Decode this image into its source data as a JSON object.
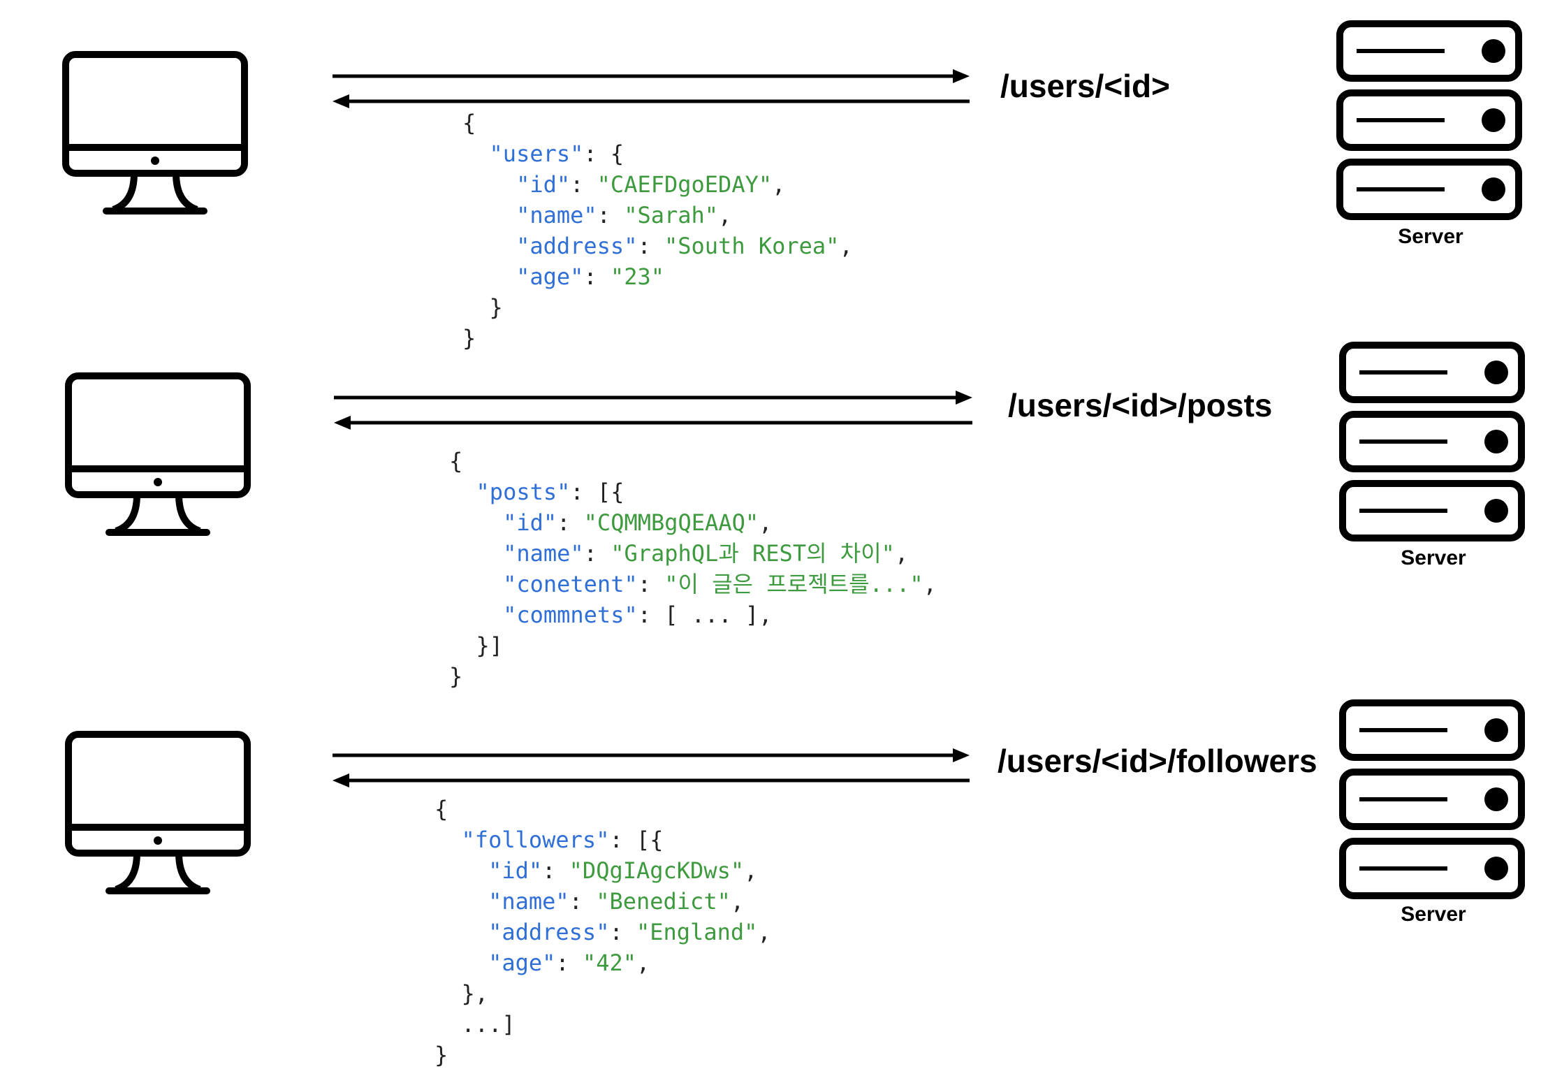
{
  "rows": [
    {
      "endpoint": "/users/<id>",
      "server_label": "Server",
      "response": {
        "root_key": "users",
        "open_bracket": "{",
        "close_bracket": "}",
        "fields": [
          {
            "key": "id",
            "value": "CAEFDgoEDAY",
            "trailing_comma": true
          },
          {
            "key": "name",
            "value": "Sarah",
            "trailing_comma": true
          },
          {
            "key": "address",
            "value": "South Korea",
            "trailing_comma": true
          },
          {
            "key": "age",
            "value": "23",
            "trailing_comma": false
          }
        ],
        "ellipsis_line": null
      }
    },
    {
      "endpoint": "/users/<id>/posts",
      "server_label": "Server",
      "response": {
        "root_key": "posts",
        "open_bracket": "[{",
        "close_bracket": "}]",
        "fields": [
          {
            "key": "id",
            "value": "CQMMBgQEAAQ",
            "trailing_comma": true
          },
          {
            "key": "name",
            "value": "GraphQL과 REST의 차이",
            "trailing_comma": true
          },
          {
            "key": "conetent",
            "value": "이 글은 프로젝트를...",
            "trailing_comma": true
          },
          {
            "key": "commnets",
            "raw_value": "[ ... ]",
            "trailing_comma": true
          }
        ],
        "ellipsis_line": null
      }
    },
    {
      "endpoint": "/users/<id>/followers",
      "server_label": "Server",
      "response": {
        "root_key": "followers",
        "open_bracket": "[{",
        "close_bracket": "},",
        "fields": [
          {
            "key": "id",
            "value": "DQgIAgcKDws",
            "trailing_comma": true
          },
          {
            "key": "name",
            "value": "Benedict",
            "trailing_comma": true
          },
          {
            "key": "address",
            "value": "England",
            "trailing_comma": true
          },
          {
            "key": "age",
            "value": "42",
            "trailing_comma": true
          }
        ],
        "ellipsis_line": "...]"
      }
    }
  ],
  "colors": {
    "stroke": "#000000",
    "json_key": "#2f6fd6",
    "json_string": "#3e9a3e",
    "json_punct": "#222222"
  },
  "icons": {
    "client": "desktop-monitor-icon",
    "server": "server-rack-icon"
  }
}
